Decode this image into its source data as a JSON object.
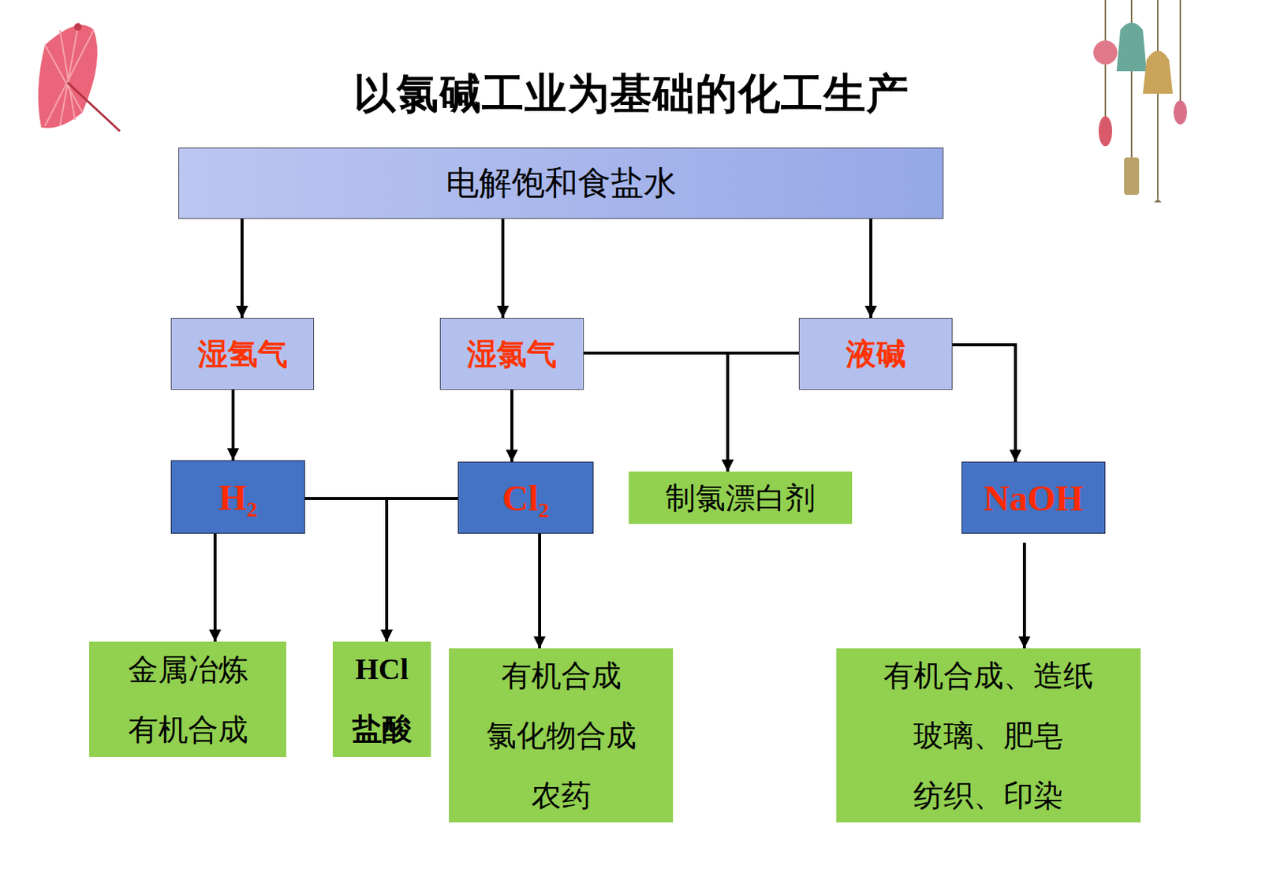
{
  "diagram": {
    "title": "以氯碱工业为基础的化工生产",
    "nodes": [
      {
        "text": [
          "电解饱和食盐水"
        ]
      },
      {
        "text": [
          "湿氢气"
        ]
      },
      {
        "text": [
          "湿氯气"
        ]
      },
      {
        "text": [
          "液碱"
        ]
      },
      {
        "text": [
          "H₂"
        ]
      },
      {
        "text": [
          "Cl₂"
        ]
      },
      {
        "text": [
          "制氯漂白剂"
        ]
      },
      {
        "text": [
          "NaOH"
        ]
      },
      {
        "text": [
          "金属冶炼 有机合成"
        ]
      },
      {
        "text": [
          "HCl 盐酸"
        ]
      },
      {
        "text": [
          "有机合成 氯化物合成 农药"
        ]
      },
      {
        "text": [
          "有机合成、造纸 玻璃、肥皂 纺织、印染"
        ]
      }
    ],
    "edges": [
      {
        "from": 0,
        "to": 1,
        "arrow": "to"
      },
      {
        "from": 0,
        "to": 2,
        "arrow": "to"
      },
      {
        "from": 0,
        "to": 3,
        "arrow": "to"
      },
      {
        "from": 1,
        "to": 4,
        "arrow": "to"
      },
      {
        "from": 2,
        "to": 5,
        "arrow": "to"
      },
      {
        "from": 2,
        "to": 6,
        "arrow": "to"
      },
      {
        "from": 3,
        "to": 6,
        "arrow": "to"
      },
      {
        "from": 3,
        "to": 7,
        "arrow": "to"
      },
      {
        "from": 4,
        "to": 8,
        "arrow": "to"
      },
      {
        "from": 4,
        "to": 9,
        "arrow": "to"
      },
      {
        "from": 5,
        "to": 9,
        "arrow": "to"
      },
      {
        "from": 5,
        "to": 10,
        "arrow": "to"
      },
      {
        "from": 7,
        "to": 11,
        "arrow": "to"
      }
    ]
  }
}
